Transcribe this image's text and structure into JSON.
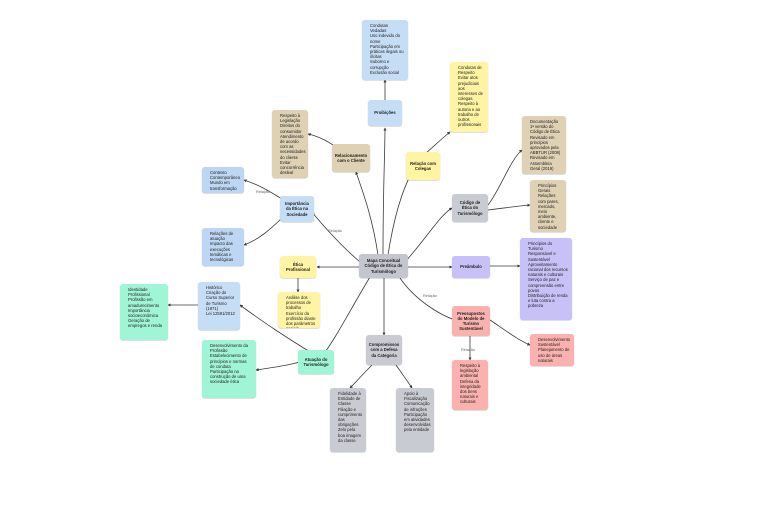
{
  "center": {
    "label": "Mapa Conceitual Código de Ética do Turismólogo"
  },
  "nodes": {
    "proibicoes": {
      "label": "Proibições"
    },
    "proibicoes_list": {
      "items": [
        "Condutas Vedadas",
        "Uso indevido do nome",
        "Participação em práticas ilegais ou ilícitas",
        "Suborno e corrupção",
        "Exclusão social"
      ]
    },
    "relacao_colegas": {
      "label": "Relação com Colegas"
    },
    "relacao_colegas_list": {
      "items": [
        "Condutas de Respeito",
        "Evitar atos prejudiciais aos interesses de colegas",
        "Respeito à autoria e ao trabalho de outros profissionais"
      ]
    },
    "relacionamento_cliente": {
      "label": "Relacionamento com o Cliente"
    },
    "relacionamento_cliente_list": {
      "items": [
        "Respeito à Legislação",
        "Direitos do consumidor",
        "Atendimento de acordo com as necessidades do cliente",
        "Evitar concorrência desleal"
      ]
    },
    "codigo_etica": {
      "label": "Código de Ética do Turismólogo"
    },
    "codigo_etica_list1": {
      "items": [
        "Documentação 1ª versão do Código de Ética",
        "Revisado em princípios aprovados pela ABBTUR (2008)",
        "Revisado em Assembleia Geral (2019)"
      ]
    },
    "codigo_etica_list2": {
      "items": [
        "Princípios Gerais",
        "Relações com pares, mercado, meio ambiente, cliente e sociedade"
      ]
    },
    "importancia": {
      "label": "Importância da Ética na Sociedade"
    },
    "importancia_list1": {
      "items": [
        "Contexto Contemporâneo",
        "Mundo em transformação"
      ]
    },
    "importancia_list2": {
      "items": [
        "Relações de atuação",
        "Impacto das execuções temáticas e tecnológicas"
      ]
    },
    "etica_profissional": {
      "label": "Ética Profissional"
    },
    "etica_profissional_list": {
      "items": [
        "Análise dos processos de trabalho",
        "Exercício da profissão diante dos parâmetros sociais"
      ]
    },
    "preambulo": {
      "label": "Preâmbulo"
    },
    "preambulo_list": {
      "items": [
        "Princípios do Turismo Responsável e Sustentável",
        "Aproveitamento racional dos recursos naturais e culturais",
        "Serviço de paz e compreensão entre povos",
        "Distribuição de renda e luta contra a pobreza"
      ]
    },
    "historico_list": {
      "items": [
        "Histórico",
        "Criação do Curso Superior de Turismo (1971)",
        "Lei 12591/2012"
      ]
    },
    "identidade_list": {
      "items": [
        "Identidade Profissional",
        "Profissão em amadurecimento",
        "Importância socioeconômica",
        "Geração de empregos e renda"
      ]
    },
    "atuacao": {
      "label": "Atuação do Turismólogo"
    },
    "atuacao_list": {
      "items": [
        "Desenvolvimento da Profissão",
        "Estabelecimento de princípios e normas de conduta",
        "Participação na construção de uma sociedade ética"
      ]
    },
    "compromissos": {
      "label": "Compromissos com a Defesa da Categoria"
    },
    "compromissos_list1": {
      "items": [
        "Fidelidade à Entidade de Classe",
        "Filiação e cumprimento das obrigações",
        "Zelo pela boa imagem da classe"
      ]
    },
    "compromissos_list2": {
      "items": [
        "Apoio à Fiscalização",
        "Comunicação de infrações",
        "Participação em atividades desenvolvidas pela entidade"
      ]
    },
    "pressupostos": {
      "label": "Pressupostos do Modelo de Turismo Sustentável"
    },
    "pressupostos_list1": {
      "items": [
        "Desenvolvimento Sustentável",
        "Planejamento de uso de áreas naturais"
      ]
    },
    "pressupostos_list2": {
      "items": [
        "Respeito à legislação ambiental",
        "Defesa da integridade dos bens naturais e culturais"
      ]
    }
  },
  "edge_labels": {
    "relacao": "Relação"
  },
  "colors": {
    "blue": "#c6ddf6",
    "yellow": "#fff4a3",
    "tan": "#ded1b4",
    "grey": "#c9cbd2",
    "green": "#9ff5d6",
    "purple": "#c7c1f7",
    "red": "#fbb1ad",
    "line": "#3a3a3a"
  }
}
